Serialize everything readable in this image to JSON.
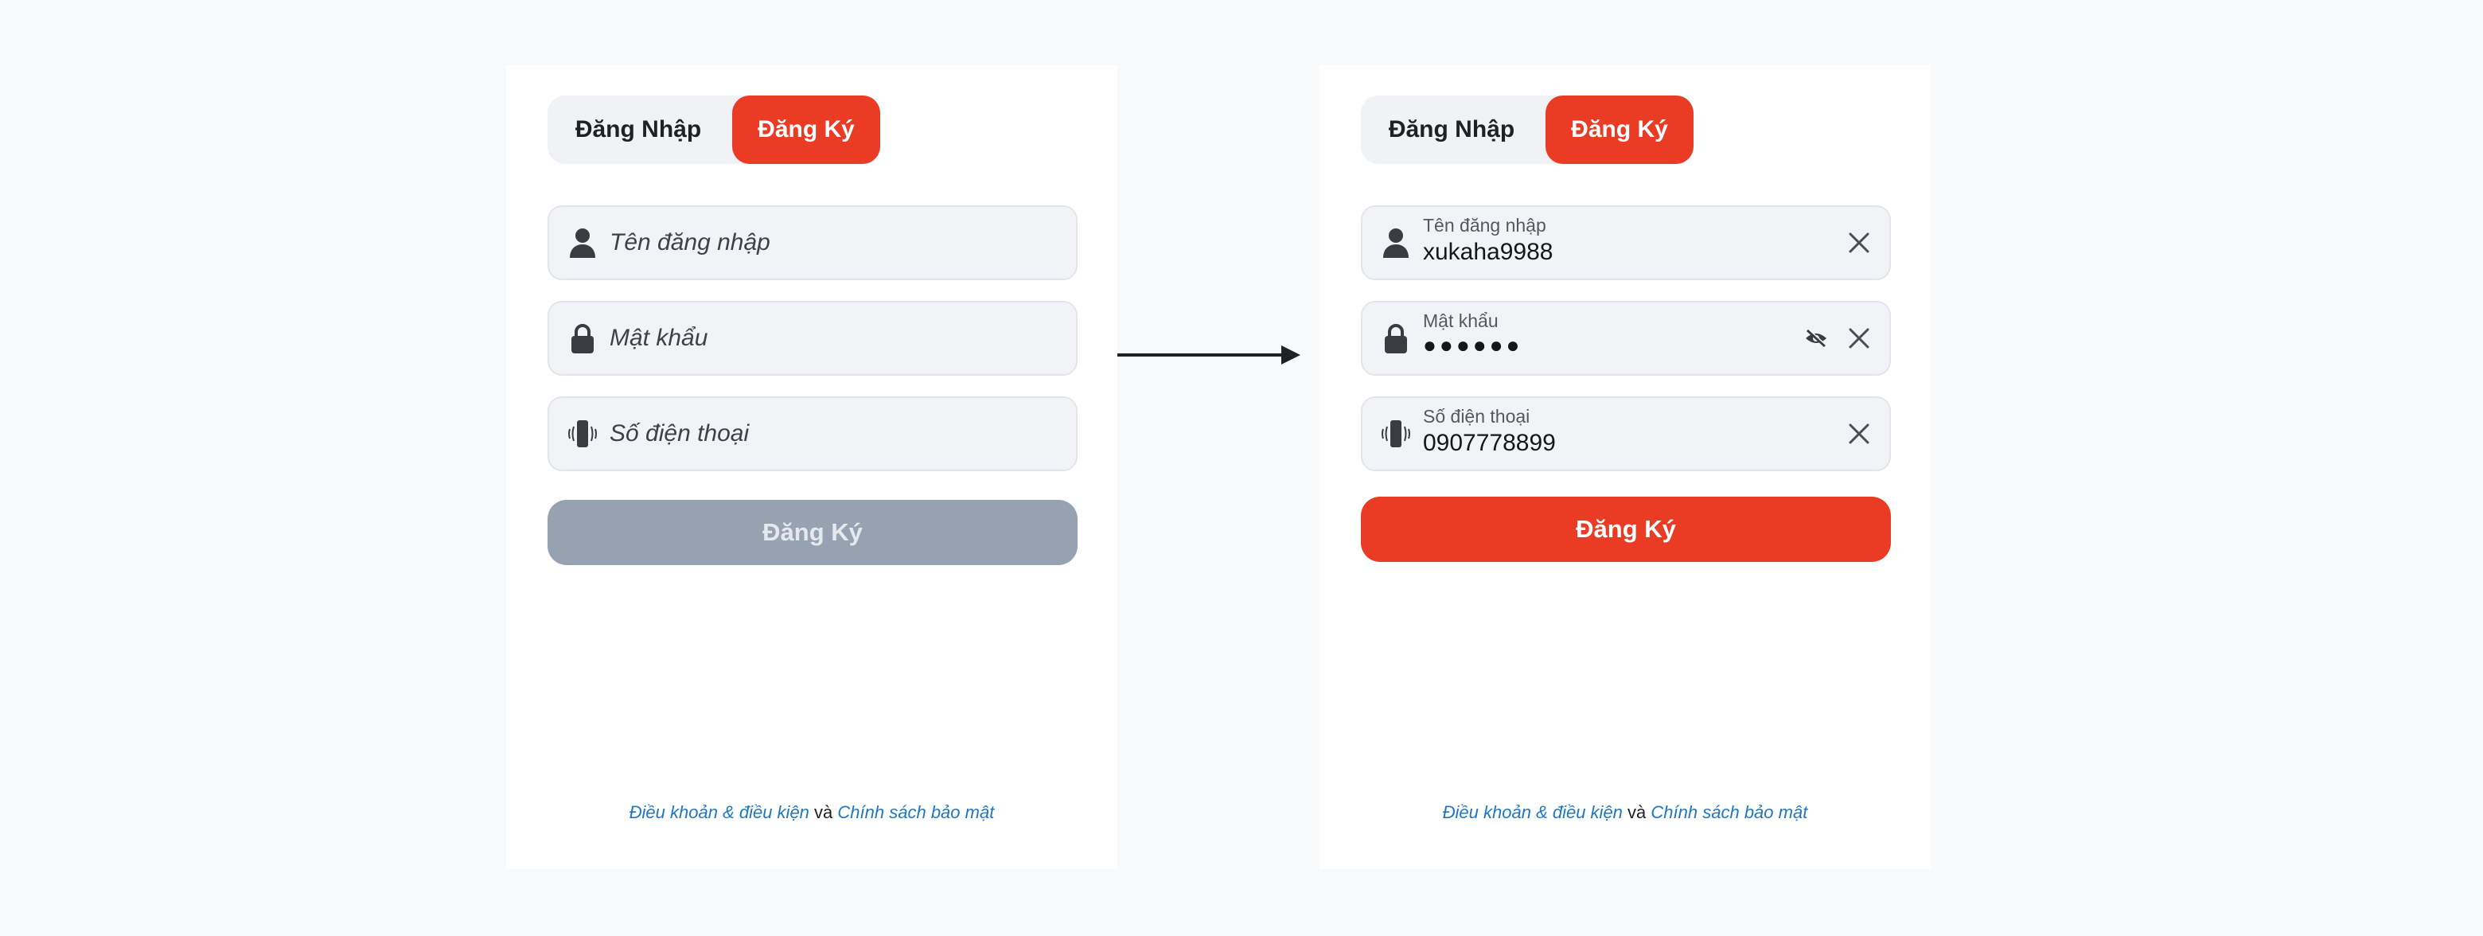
{
  "left_panel": {
    "tabs": {
      "login": "Đăng Nhập",
      "register": "Đăng Ký"
    },
    "fields": {
      "username_placeholder": "Tên đăng nhập",
      "password_placeholder": "Mật khẩu",
      "phone_placeholder": "Số điện thoại"
    },
    "submit_label": "Đăng Ký",
    "submit_state": "disabled",
    "terms": {
      "link1": "Điều khoản & điều kiện",
      "connector": "và",
      "link2": "Chính sách bảo mật"
    }
  },
  "right_panel": {
    "tabs": {
      "login": "Đăng Nhập",
      "register": "Đăng Ký"
    },
    "fields": {
      "username_label": "Tên đăng nhập",
      "username_value": "xukaha9988",
      "password_label": "Mật khẩu",
      "password_value": "●●●●●●",
      "phone_label": "Số điện thoại",
      "phone_value": "0907778899"
    },
    "submit_label": "Đăng Ký",
    "submit_state": "active",
    "terms": {
      "link1": "Điều khoản & điều kiện",
      "connector": "và",
      "link2": "Chính sách bảo mật"
    }
  },
  "icons": {
    "username": "user-icon",
    "password": "lock-icon",
    "phone": "phone-vibrate-icon",
    "clear": "close-icon",
    "toggle_visibility": "eye-off-icon",
    "flow": "arrow-right-icon"
  },
  "colors": {
    "accent": "#ea3c24",
    "disabled_button": "#97a2b1",
    "link": "#1f77c2",
    "field_bg": "#f2f3f6",
    "tabs_bg": "#f1f2f5"
  }
}
